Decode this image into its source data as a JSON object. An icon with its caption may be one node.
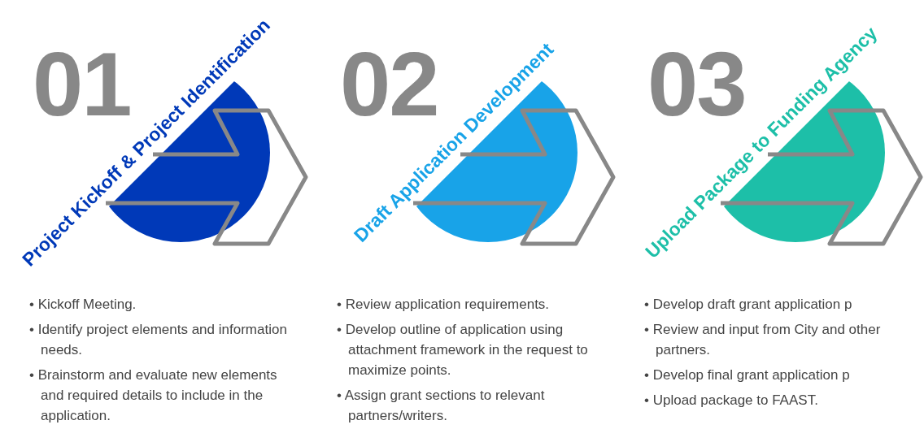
{
  "diagram": {
    "nodes": [
      {
        "text": [
          "01",
          "Project Kickoff & Project Identification",
          "• Kickoff Meeting.",
          "• Identify project elements and information needs.",
          "• Brainstorm and evaluate new elements and required details to include in the application."
        ]
      },
      {
        "text": [
          "02",
          "Draft Application Development",
          "• Review application requirements.",
          "• Develop outline of application using attachment framework in the request to maximize points.",
          "• Assign grant sections to relevant partners/writers."
        ]
      },
      {
        "text": [
          "03",
          "Upload Package to Funding Agency",
          "• Develop draft grant application p",
          "• Review and input from City and other partners.",
          "• Develop final grant application p",
          "• Upload package to FAAST."
        ]
      }
    ],
    "edges": []
  }
}
